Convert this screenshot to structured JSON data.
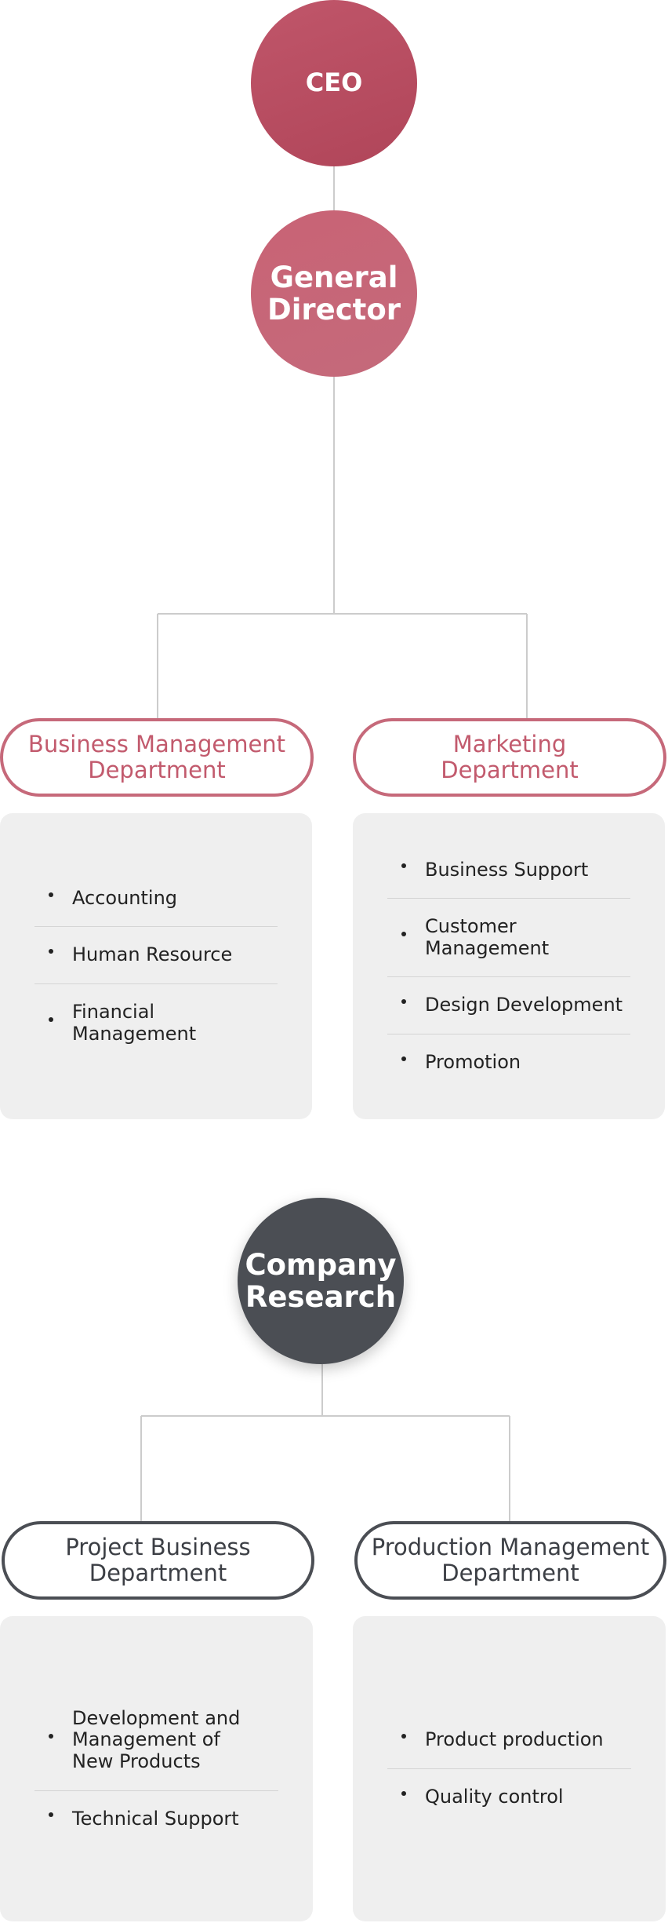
{
  "colors": {
    "rose_dark": "#b04559",
    "rose": "#c6697a",
    "charcoal": "#4b4e54",
    "connector": "#cccccc",
    "card_bg": "#efefef"
  },
  "nodes": {
    "ceo": "CEO",
    "general_director": "General\nDirector",
    "company_research": "Company\nResearch"
  },
  "departments": [
    {
      "name": "Business Management\nDepartment",
      "items": [
        "Accounting",
        "Human Resource",
        "Financial Management"
      ]
    },
    {
      "name": "Marketing\nDepartment",
      "items": [
        "Business Support",
        "Customer Management",
        "Design Development",
        "Promotion"
      ]
    },
    {
      "name": "Project Business\nDepartment",
      "items": [
        "Development and\nManagement of\nNew Products",
        "Technical Support"
      ]
    },
    {
      "name": "Production Management\nDepartment",
      "items": [
        "Product production",
        "Quality control"
      ]
    }
  ]
}
